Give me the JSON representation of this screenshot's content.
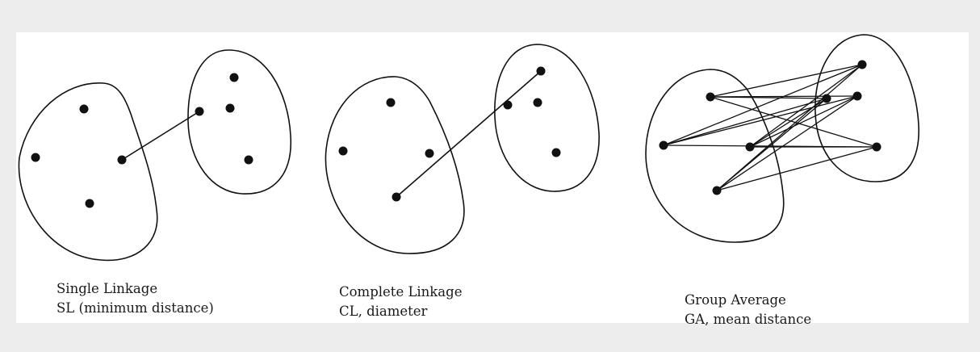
{
  "panels": [
    {
      "caption_line1": "Single Linkage",
      "caption_line2": "SL (minimum distance)"
    },
    {
      "caption_line1": "Complete Linkage",
      "caption_line2": "CL, diameter"
    },
    {
      "caption_line1": "Group Average",
      "caption_line2": "GA, mean distance"
    }
  ],
  "colors": {
    "background": "#ededed",
    "panel": "#ffffff",
    "ink": "#111111"
  }
}
